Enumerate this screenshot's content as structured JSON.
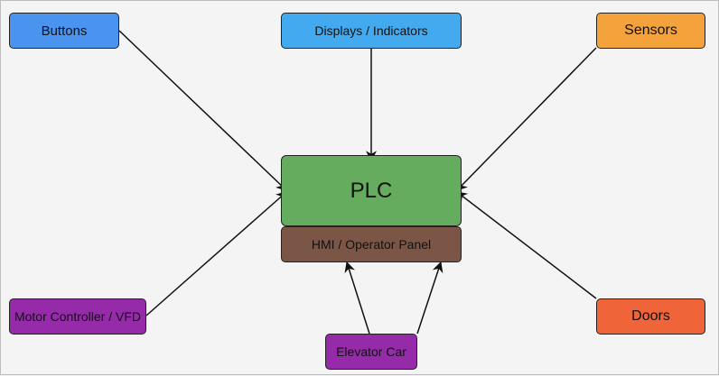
{
  "nodes": {
    "buttons": {
      "label": "Buttons",
      "color": "#4a94ef"
    },
    "displays": {
      "label": "Displays / Indicators",
      "color": "#44aaef"
    },
    "sensors": {
      "label": "Sensors",
      "color": "#f4a23c"
    },
    "plc": {
      "label": "PLC",
      "color": "#66ac5e"
    },
    "hmi": {
      "label": "HMI / Operator Panel",
      "color": "#7b5646"
    },
    "motor": {
      "label": "Motor Controller / VFD",
      "color": "#952ba8"
    },
    "doors": {
      "label": "Doors",
      "color": "#f0643a"
    },
    "car": {
      "label": "Elevator Car",
      "color": "#952ba8"
    }
  },
  "edges": [
    {
      "from": "buttons",
      "to": "plc"
    },
    {
      "from": "displays",
      "to": "plc"
    },
    {
      "from": "sensors",
      "to": "plc"
    },
    {
      "from": "motor",
      "to": "plc"
    },
    {
      "from": "doors",
      "to": "plc"
    },
    {
      "from": "car",
      "to": "hmi"
    },
    {
      "from": "car",
      "to": "hmi"
    }
  ]
}
